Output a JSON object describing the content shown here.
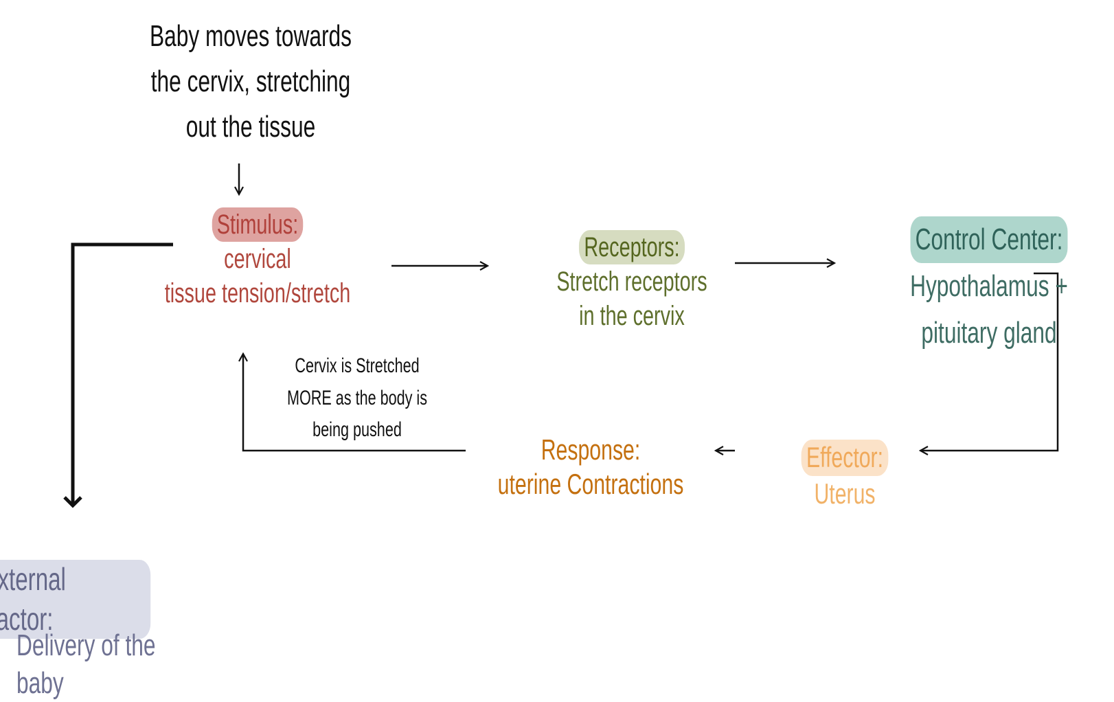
{
  "intro": {
    "lines": [
      "Baby moves towards",
      "the cervix, stretching",
      "out the tissue"
    ]
  },
  "stimulus": {
    "label": "Stimulus:",
    "lines": [
      "cervical",
      "tissue tension/stretch"
    ]
  },
  "receptors": {
    "label": "Receptors:",
    "lines": [
      "Stretch receptors",
      "in the cervix"
    ]
  },
  "control_center": {
    "label": "Control Center:",
    "lines": [
      "Hypothalamus +",
      "pituitary gland"
    ]
  },
  "effector": {
    "label": "Effector:",
    "lines": [
      "Uterus"
    ]
  },
  "response": {
    "label": "Response:",
    "lines": [
      "uterine Contractions"
    ]
  },
  "feedback_note": {
    "lines": [
      "Cervix is Stretched",
      "MORE as the body is",
      "being pushed"
    ]
  },
  "external_factor": {
    "label": "External Factor:",
    "value": "Delivery of the baby"
  },
  "colors": {
    "stimulus": "#b0473d",
    "receptors": "#5e6f2c",
    "control_center": "#3e6c63",
    "effector": "#f1b268",
    "response": "#c4700f",
    "external_factor": "#6e7192",
    "arrows": "#111111"
  }
}
